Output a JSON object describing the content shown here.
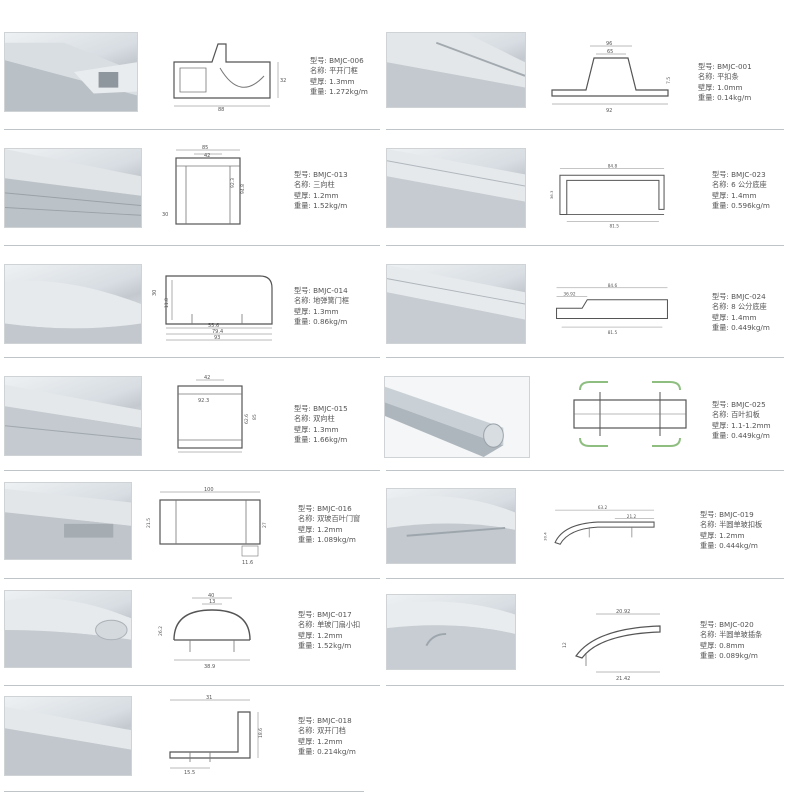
{
  "labels": {
    "model": "型号",
    "name": "名称",
    "thickness": "壁厚",
    "weight": "重量"
  },
  "products": [
    {
      "model": "BMJC-006",
      "name": "平开门框",
      "thickness": "1.3mm",
      "weight": "1.272kg/m",
      "dims": [
        "88",
        "32"
      ]
    },
    {
      "model": "BMJC-001",
      "name": "平扣条",
      "thickness": "1.0mm",
      "weight": "0.14kg/m",
      "dims": [
        "96",
        "65",
        "92",
        "7.5"
      ]
    },
    {
      "model": "BMJC-013",
      "name": "三向柱",
      "thickness": "1.2mm",
      "weight": "1.52kg/m",
      "dims": [
        "85",
        "42",
        "92.3",
        "94.8",
        "30"
      ]
    },
    {
      "model": "BMJC-023",
      "name": "6 公分底座",
      "thickness": "1.4mm",
      "weight": "0.596kg/m",
      "dims": [
        "84.8",
        "36.3",
        "81.5"
      ]
    },
    {
      "model": "BMJC-014",
      "name": "地弹簧门框",
      "thickness": "1.3mm",
      "weight": "0.86kg/m",
      "dims": [
        "30",
        "11.8",
        "55.6",
        "79.4",
        "93"
      ]
    },
    {
      "model": "BMJC-024",
      "name": "8 公分底座",
      "thickness": "1.4mm",
      "weight": "0.449kg/m",
      "dims": [
        "84.6",
        "36.92",
        "81.5"
      ]
    },
    {
      "model": "BMJC-015",
      "name": "双向柱",
      "thickness": "1.3mm",
      "weight": "1.66kg/m",
      "dims": [
        "42",
        "92.3",
        "62.6",
        "85"
      ]
    },
    {
      "model": "BMJC-025",
      "name": "百叶扣板",
      "thickness": "1.1-1.2mm",
      "weight": "0.449kg/m",
      "dims": []
    },
    {
      "model": "BMJC-016",
      "name": "双玻百叶门窗",
      "thickness": "1.2mm",
      "weight": "1.089kg/m",
      "dims": [
        "100",
        "21.5",
        "27",
        "11.6"
      ]
    },
    {
      "model": "BMJC-019",
      "name": "半圆单玻扣板",
      "thickness": "1.2mm",
      "weight": "0.444kg/m",
      "dims": [
        "63.2",
        "21.2",
        "30.4"
      ]
    },
    {
      "model": "BMJC-017",
      "name": "单玻门扇小扣",
      "thickness": "1.2mm",
      "weight": "1.52kg/m",
      "dims": [
        "40",
        "13",
        "38.9",
        "26.2"
      ]
    },
    {
      "model": "BMJC-020",
      "name": "半圆单玻插条",
      "thickness": "0.8mm",
      "weight": "0.089kg/m",
      "dims": [
        "20.92",
        "21.42",
        "12"
      ]
    },
    {
      "model": "BMJC-018",
      "name": "双开门档",
      "thickness": "1.2mm",
      "weight": "0.214kg/m",
      "dims": [
        "31",
        "18.6",
        "15.5"
      ]
    }
  ]
}
